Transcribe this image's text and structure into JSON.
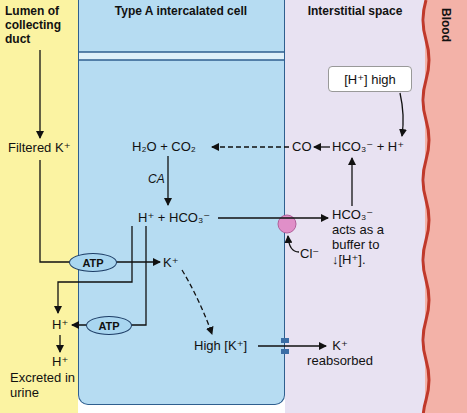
{
  "diagram": {
    "nodes": [
      {
        "text": [
          "Lumen of collecting duct"
        ]
      },
      {
        "text": [
          "Type A intercalated cell"
        ]
      },
      {
        "text": [
          "Interstitial space"
        ]
      },
      {
        "text": [
          "Blood"
        ]
      },
      {
        "text": [
          "[H⁺] high"
        ],
        "in": 2
      },
      {
        "text": [
          "ATP"
        ],
        "in": 1
      },
      {
        "text": [
          "ATP"
        ],
        "in": 1
      }
    ],
    "labels": [
      "Filtered K⁺",
      "H₂O + CO₂",
      "CA",
      "CO",
      "HCO₃⁻ + H⁺",
      "H⁺ + HCO₃⁻",
      "HCO₃⁻ acts as a buffer to ↓[H⁺].",
      "Cl⁻",
      "K⁺",
      "H⁺",
      "H⁺",
      "Excreted in urine",
      "High [K⁺]",
      "K⁺ reabsorbed"
    ]
  }
}
